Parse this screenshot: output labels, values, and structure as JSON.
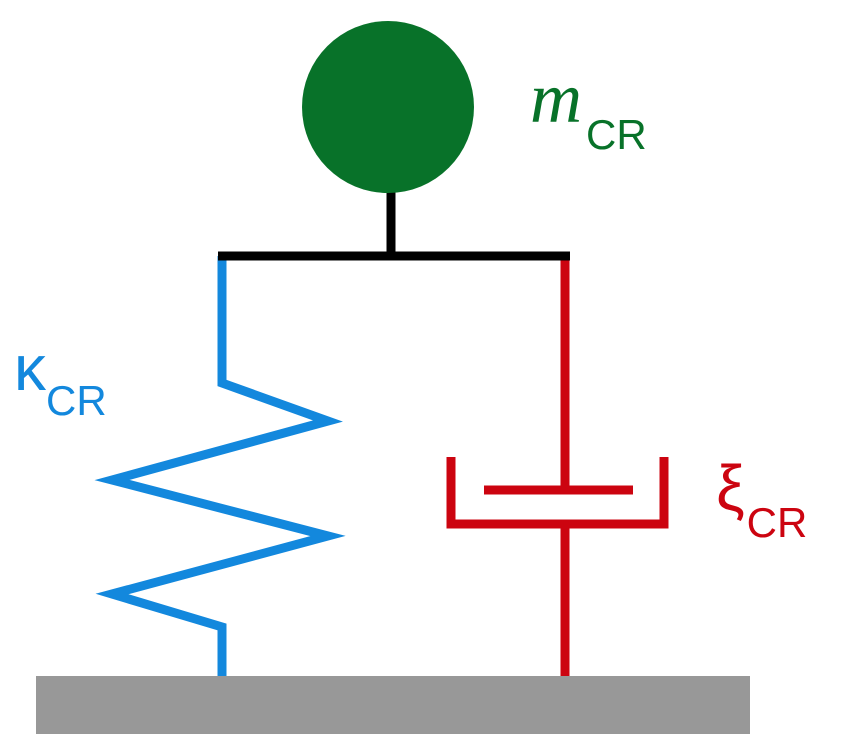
{
  "colors": {
    "mass": "#087229",
    "spring": "#1388dd",
    "damper": "#cc0410",
    "frame": "#000000",
    "ground": "#989898",
    "background": "#ffffff"
  },
  "labels": {
    "mass": {
      "symbol": "m",
      "subscript": "CR"
    },
    "spring": {
      "symbol": "κ",
      "subscript": "CR"
    },
    "damper": {
      "symbol": "ξ",
      "subscript": "CR"
    }
  }
}
